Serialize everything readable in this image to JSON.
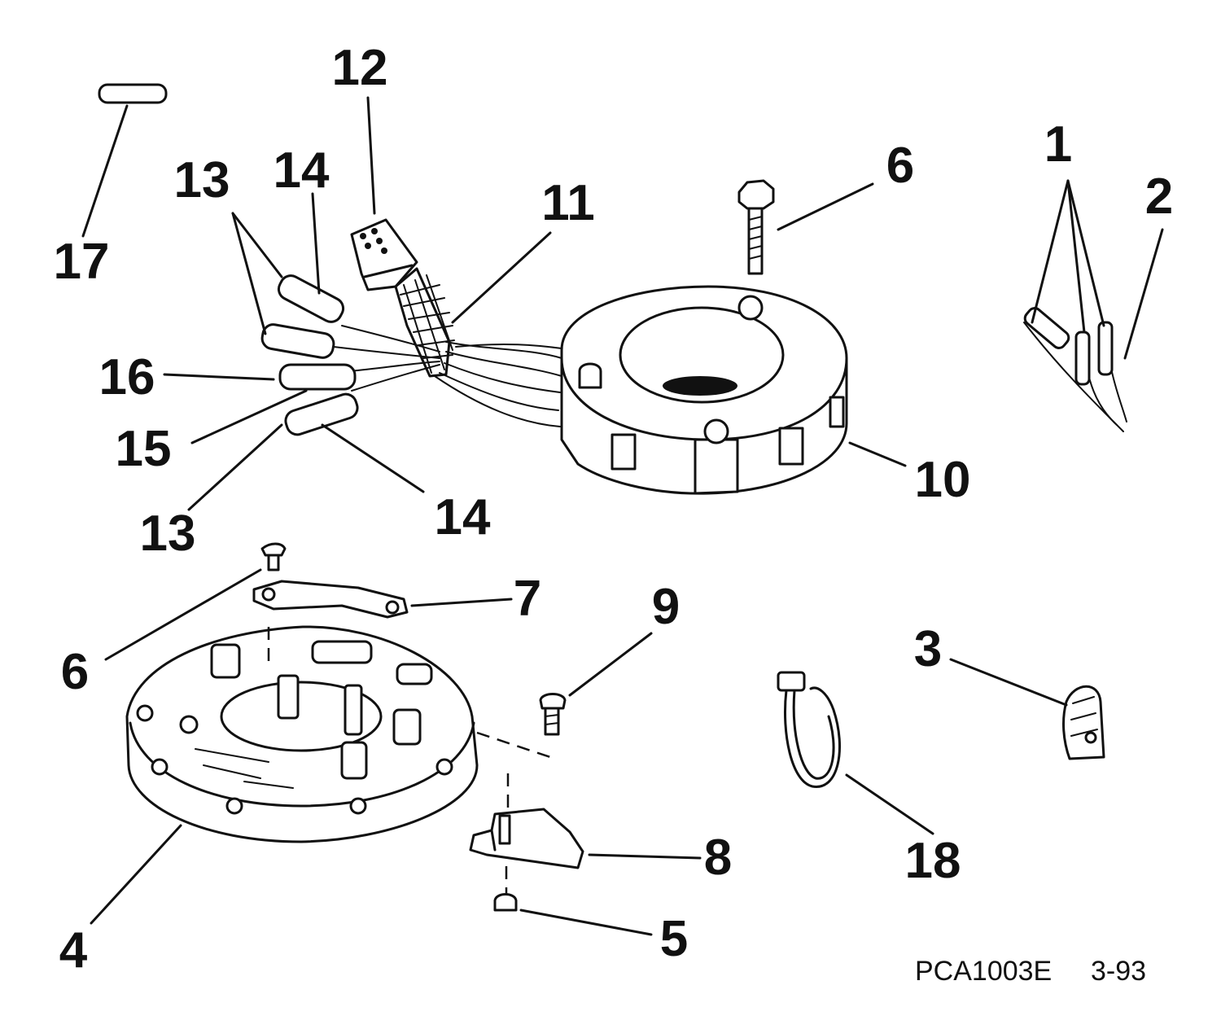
{
  "diagram": {
    "callouts": [
      {
        "id": "c-12",
        "label": "12"
      },
      {
        "id": "c-17",
        "label": "17"
      },
      {
        "id": "c-13a",
        "label": "13"
      },
      {
        "id": "c-14a",
        "label": "14"
      },
      {
        "id": "c-11",
        "label": "11"
      },
      {
        "id": "c-6a",
        "label": "6"
      },
      {
        "id": "c-1",
        "label": "1"
      },
      {
        "id": "c-2",
        "label": "2"
      },
      {
        "id": "c-16",
        "label": "16"
      },
      {
        "id": "c-15",
        "label": "15"
      },
      {
        "id": "c-10",
        "label": "10"
      },
      {
        "id": "c-14b",
        "label": "14"
      },
      {
        "id": "c-13b",
        "label": "13"
      },
      {
        "id": "c-7",
        "label": "7"
      },
      {
        "id": "c-9",
        "label": "9"
      },
      {
        "id": "c-6b",
        "label": "6"
      },
      {
        "id": "c-3",
        "label": "3"
      },
      {
        "id": "c-8",
        "label": "8"
      },
      {
        "id": "c-18",
        "label": "18"
      },
      {
        "id": "c-5",
        "label": "5"
      },
      {
        "id": "c-4",
        "label": "4"
      }
    ],
    "figure_code": "PCA1003E",
    "figure_date": "3-93"
  }
}
